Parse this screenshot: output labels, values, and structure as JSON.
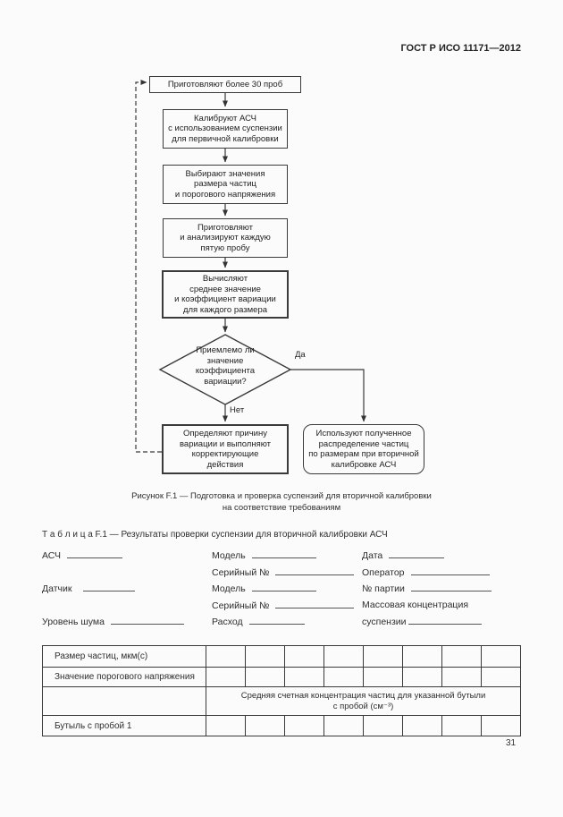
{
  "document": {
    "header": "ГОСТ Р ИСО 11171—2012",
    "page_number": "31"
  },
  "flowchart": {
    "box1": "Приготовляют более 30 проб",
    "box2": "Калибруют АСЧ\nс использованием суспензии\nдля первичной калибровки",
    "box3": "Выбирают значения\nразмера частиц\nи порогового напряжения",
    "box4": "Приготовляют\nи анализируют каждую\nпятую пробу",
    "box5": "Вычисляют\nсреднее значение\nи коэффициент  вариации\nдля каждого размера",
    "decision": "Приемлемо ли\nзначение\nкоэффициента\nвариации?",
    "yes_label": "Да",
    "no_label": "Нет",
    "box_no": "Определяют причину\nвариации и выполняют\nкорректирующие\nдействия",
    "box_yes": "Используют полученное\nраспределение частиц\nпо размерам при вторичной\nкалибровке АСЧ",
    "caption": "Рисунок F.1 — Подготовка и проверка суспензий для вторичной калибровки\nна соответствие требованиям"
  },
  "table_section": {
    "caption": "Т а б л и ц а  F.1 — Результаты проверки суспензии для вторичной калибровки АСЧ",
    "form": {
      "asch_label": "АСЧ",
      "sensor_label": "Датчик",
      "noise_label": "Уровень шума",
      "model1_label": "Модель",
      "serial1_label": "Серийный №",
      "model2_label": "Модель",
      "serial2_label": "Серийный №",
      "flow_label": "Расход",
      "date_label": "Дата",
      "operator_label": "Оператор",
      "batch_label": "№ партии",
      "mass_label_line1": "Массовая концентрация",
      "mass_label_line2": "суспензии"
    },
    "results_table": {
      "row_particle_size": "Размер частиц, мкм(с)",
      "row_threshold": "Значение порогового напряжения",
      "merged_header": "Средняя счетная концентрация частиц для указанной бутыли\nс пробой (см⁻³)",
      "row_bottle": "Бутыль с пробой 1"
    }
  }
}
